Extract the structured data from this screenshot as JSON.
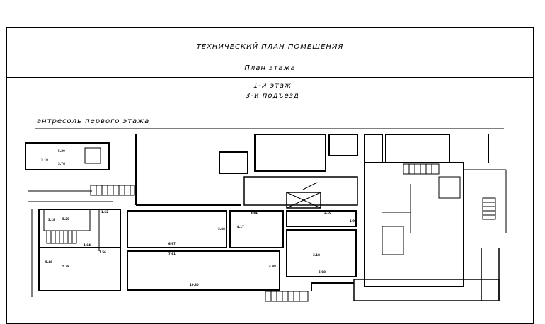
{
  "header": {
    "title": "ТЕХНИЧЕСКИЙ ПЛАН ПОМЕЩЕНИЯ",
    "subtitle": "План этажа"
  },
  "floor_info": {
    "floor": "1-й этаж",
    "entrance": "3-й подъезд"
  },
  "mezzanine_label": "антресоль первого этажа",
  "dimensions": {
    "mz_w": "5.29",
    "mz_w2": "3.76",
    "mz_h": "3.18",
    "r1_w": "5.29",
    "r1_h": "3.18",
    "r1_b": "1.62",
    "r1_c": "1.64",
    "r1_d": "1.56",
    "r2_w": "5.29",
    "r2_h": "5.48",
    "r3_w": "6.97",
    "r3_h": "3.88",
    "r4_w": "7.61",
    "r4_h": "4.88",
    "r5_w": "10.80",
    "r6_w": "3.61",
    "r6_h": "4.17",
    "r7_w": "5.10",
    "r7_h": "1.92",
    "r8_w": "5.08",
    "r8_h": "3.18"
  }
}
